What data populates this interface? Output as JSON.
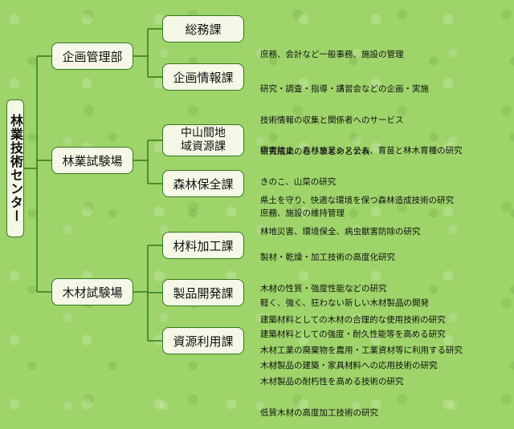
{
  "organization": "林業技術センター",
  "divisions": [
    {
      "name": "企画管理部",
      "sections": [
        {
          "name": "総務課",
          "duties": [
            "庶務、会計など一般事務、施設の管理"
          ]
        },
        {
          "name": "企画情報課",
          "duties": [
            "研究・調査・指導・講習会などの企画・実施",
            "技術情報の収集と関係者へのサービス",
            "研究成果のとりまとめと公表"
          ]
        }
      ]
    },
    {
      "name": "林業試験場",
      "sections": [
        {
          "name": "中山間地域資源課",
          "name_lines": [
            "中山間地",
            "域資源課"
          ],
          "duties": [
            "雪害防止、森林施業システム、育苗と林木育種の研究",
            "きのこ、山菜の研究",
            "庶務、施設の維持管理"
          ]
        },
        {
          "name": "森林保全課",
          "duties": [
            "県土を守り、快適な環境を保つ森林造成技術の研究",
            "林地災害、環境保全、病虫獣害防除の研究"
          ]
        }
      ]
    },
    {
      "name": "木材試験場",
      "sections": [
        {
          "name": "材料加工課",
          "duties": [
            "製材・乾燥・加工技術の高度化研究",
            "木材の性質・強度性能などの研究",
            "建築材料としての木材の合理的な使用技術の研究"
          ]
        },
        {
          "name": "製品開発課",
          "duties": [
            "軽く、強く、狂わない新しい木材製品の開発",
            "建築材料としての強度・耐久性能等を高める研究",
            "木材製品の建築・家具材料への応用技術の研究"
          ]
        },
        {
          "name": "資源利用課",
          "duties": [
            "木材工業の廃棄物を農用・工業資材等に利用する研究",
            "木材製品の耐朽性を高める技術の研究",
            "低質木材の高度加工技術の研究"
          ]
        }
      ]
    }
  ],
  "colors": {
    "border": "#2f7a22",
    "line": "#2f7a22",
    "box_fill": "#f5f8e6",
    "background": "#9fd46a"
  }
}
